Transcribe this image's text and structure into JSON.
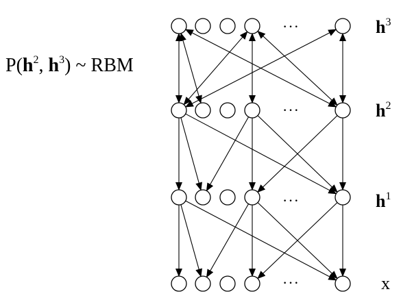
{
  "formula": {
    "p_open": "P(",
    "h": "h",
    "sup_a": "2",
    "comma": ", ",
    "sup_b": "3",
    "rest": ") ~ RBM"
  },
  "layers": [
    {
      "id": "h3",
      "base": "h",
      "sup": "3",
      "bold": true
    },
    {
      "id": "h2",
      "base": "h",
      "sup": "2",
      "bold": true
    },
    {
      "id": "h1",
      "base": "h",
      "sup": "1",
      "bold": true
    },
    {
      "id": "x",
      "base": "x",
      "sup": "",
      "bold": false
    }
  ],
  "ellipsis": "···"
}
